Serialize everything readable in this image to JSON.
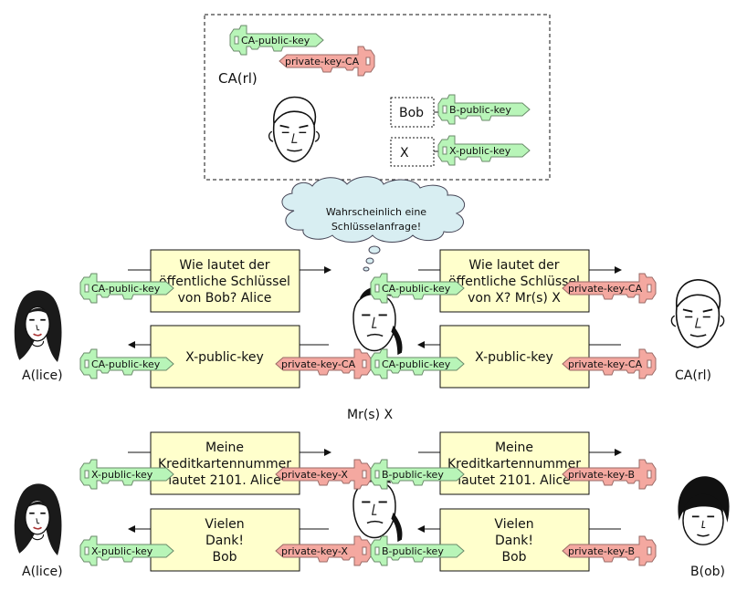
{
  "ca_box": {
    "ca_public_key": "CA-public-key",
    "private_key_ca": "private-key-CA",
    "ca_label": "CA(rl)",
    "bob_label": "Bob",
    "x_label": "X",
    "b_public_key": "B-public-key",
    "x_public_key": "X-public-key"
  },
  "thought": [
    "Wahrscheinlich  eine",
    "Schlüsselanfrage!"
  ],
  "scene1": {
    "left_top_msg": [
      "Wie lautet der",
      "öffentliche Schlüssel",
      "von Bob? Alice"
    ],
    "right_top_msg": [
      "Wie lautet der",
      "öffentliche Schlüssel",
      "von X? Mr(s) X"
    ],
    "left_bottom_msg": [
      "X-public-key"
    ],
    "right_bottom_msg": [
      "X-public-key"
    ],
    "keys": {
      "a_top": "CA-public-key",
      "m_top": "CA-public-key",
      "r_top": "private-key-CA",
      "a_bottom": "CA-public-key",
      "m_bottom_priv": "private-key-CA",
      "m_bottom_pub": "CA-public-key",
      "r_bottom": "private-key-CA"
    },
    "alice_label": "A(lice)",
    "ca_label": "CA(rl)",
    "mrx_label": "Mr(s) X"
  },
  "scene2": {
    "left_top_msg": [
      "Meine",
      "Kreditkartennummer",
      "lautet 2101. Alice"
    ],
    "right_top_msg": [
      "Meine",
      "Kreditkartennummer",
      "lautet 2101. Alice"
    ],
    "left_bottom_msg": [
      "Vielen",
      "Dank!",
      "Bob"
    ],
    "right_bottom_msg": [
      "Vielen",
      "Dank!",
      "Bob"
    ],
    "keys": {
      "a_top": "X-public-key",
      "m_top_priv": "private-key-X",
      "m_top_pub": "B-public-key",
      "r_top": "private-key-B",
      "a_bottom": "X-public-key",
      "m_bottom_priv": "private-key-X",
      "m_bottom_pub": "B-public-key",
      "r_bottom": "private-key-B"
    },
    "alice_label": "A(lice)",
    "bob_label": "B(ob)"
  },
  "colors": {
    "public_key": "#b8f5b8",
    "public_key_stroke": "#6a8a6a",
    "private_key": "#f4a8a0",
    "private_key_stroke": "#9a6a66",
    "message_fill": "#ffffcc",
    "cloud_fill": "#d8eef2"
  }
}
